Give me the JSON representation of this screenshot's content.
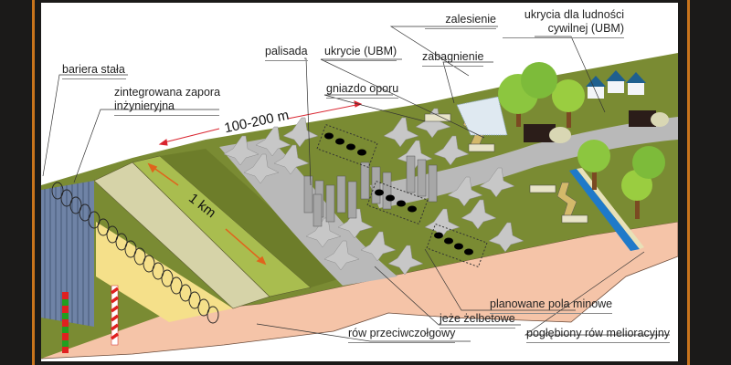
{
  "frame": {
    "background": "#1b1a19",
    "accent_line_color": "#c8741c",
    "canvas_background": "#ffffff"
  },
  "colors": {
    "grass_dark": "#7a8b33",
    "grass_light": "#a9bd4f",
    "embankment": "#d6d3a8",
    "road": "#b9b9b9",
    "soil": "#f5c4a8",
    "fence": "#6f83a6",
    "ditch_water": "#1f7ac9",
    "sand_strip": "#f5e08a",
    "arrow_red": "#d9242f",
    "arrow_orange": "#e0641c",
    "bunker": "#2b1d19",
    "trench": "#d4b96a",
    "house_roof": "#1e5f8f",
    "tree": "#8cc63f"
  },
  "labels": {
    "bariera_stala": "bariera stała",
    "zintegrowana_zapora_line1": "zintegrowana zapora",
    "zintegrowana_zapora_line2": "inżynieryjna",
    "palisada": "palisada",
    "ukrycie_ubm": "ukrycie (UBM)",
    "gniazdo_oporu": "gniazdo oporu",
    "zabagnienie": "zabagnienie",
    "zalesienie": "zalesienie",
    "ukrycia_ludnosci_line1": "ukrycia dla ludności",
    "ukrycia_ludnosci_line2": "cywilnej (UBM)",
    "planowane_pola_minowe": "planowane pola minowe",
    "jeze_zelbetowe": "jeże żelbetowe",
    "row_przeciwczolgowy": "rów przeciwczołgowy",
    "poglebiony_row": "pogłębiony rów melioracyjny"
  },
  "dimensions": {
    "width_label": "100-200 m",
    "length_label": "1 km"
  }
}
